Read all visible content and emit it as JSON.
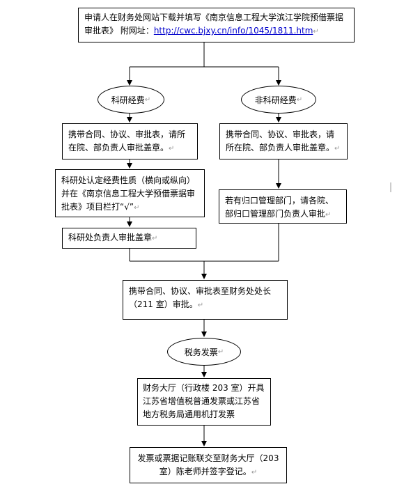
{
  "step_apply": {
    "text": "申请人在财务处网站下载并填写《南京信息工程大学滨江学院预借票据审批表》   附网址：",
    "url": "http://cwc.bjxy.cn/info/1045/1811.htm"
  },
  "branch_research": {
    "label": "科研经费"
  },
  "branch_nonresearch": {
    "label": "非科研经费"
  },
  "research_step1": {
    "text": "携带合同、协议、审批表，请所在院、部负责人审批盖章。"
  },
  "research_step2": {
    "text": "科研处认定经费性质（横向或纵向）并在《南京信息工程大学预借票据审批表》项目栏打“√”"
  },
  "research_step3": {
    "text": "科研处负责人审批盖章"
  },
  "nonresearch_step1": {
    "text": "携带合同、协议、审批表，请所在院、部负责人审批盖章。"
  },
  "nonresearch_step2": {
    "text": "若有归口管理部门，请各院、部归口管理部门负责人审批"
  },
  "step_finance_head": {
    "text": "携带合同、协议、审批表至财务处处长（211 室）审批。"
  },
  "step_tax_invoice": {
    "label": "税务发票"
  },
  "step_issue": {
    "text": "财务大厅（行政楼 203 室）开具江苏省增值税普通发票或江苏省地方税务局通用机打发票"
  },
  "step_register": {
    "text": "发票或票据记账联交至财务大厅（203室）陈老师并签字登记。"
  },
  "paragraph_mark": "↵"
}
